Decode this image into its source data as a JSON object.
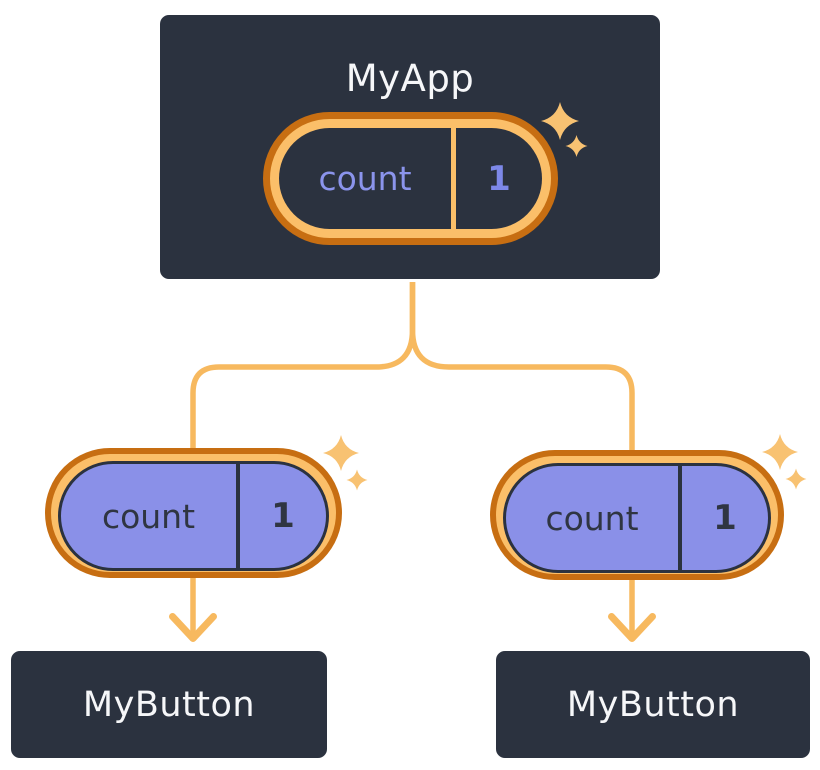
{
  "diagram": {
    "root": {
      "label": "MyApp",
      "state_pill": {
        "name": "count",
        "value": "1"
      }
    },
    "children": [
      {
        "label": "MyButton",
        "prop_pill": {
          "name": "count",
          "value": "1"
        }
      },
      {
        "label": "MyButton",
        "prop_pill": {
          "name": "count",
          "value": "1"
        }
      }
    ],
    "colors": {
      "background": "#FFFFFF",
      "node_fill": "#2B323F",
      "node_border": "#FFFFFF",
      "node_text": "#F6F7F9",
      "ring_outer": "#C76E12",
      "ring_inner": "#FBBF69",
      "state_name_text": "#8B94EC",
      "state_value_text": "#7D88E8",
      "prop_fill": "#8A90E8",
      "prop_text": "#2F3542",
      "connector": "#F7B95F",
      "sparkle": "#F8C272"
    }
  }
}
